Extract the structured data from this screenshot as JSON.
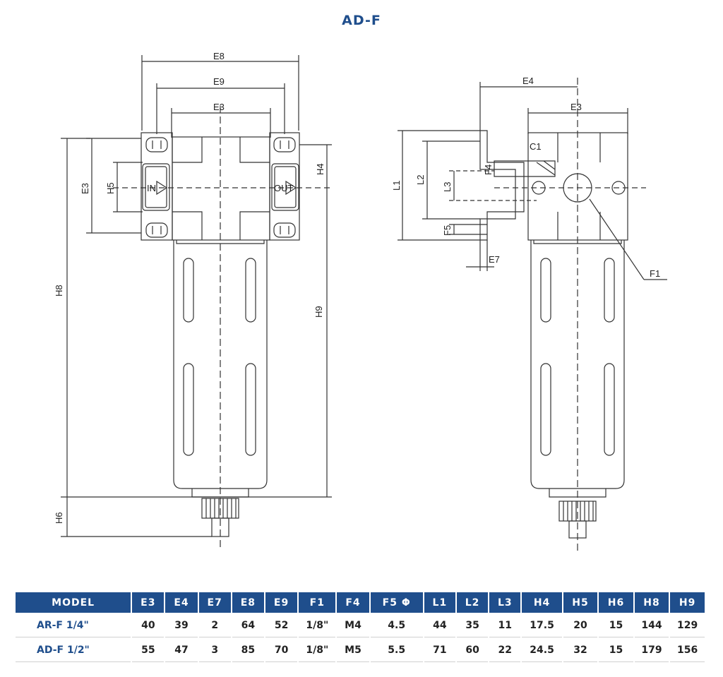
{
  "title": "AD-F",
  "front_view": {
    "dims": {
      "e8": "E8",
      "e9": "E9",
      "e3": "E3",
      "e3_side": "E3",
      "h5": "H5",
      "h4": "H4",
      "h8": "H8",
      "h9": "H9",
      "h6": "H6"
    },
    "port_in": "IN",
    "port_out": "OUT"
  },
  "side_view": {
    "dims": {
      "e4": "E4",
      "e3": "E3",
      "c1": "C1",
      "f4": "F4",
      "l1": "L1",
      "l2": "L2",
      "l3": "L3",
      "f5": "F5",
      "e7": "E7",
      "f1": "F1"
    }
  },
  "table": {
    "headers": [
      "MODEL",
      "E3",
      "E4",
      "E7",
      "E8",
      "E9",
      "F1",
      "F4",
      "F5 Φ",
      "L1",
      "L2",
      "L3",
      "H4",
      "H5",
      "H6",
      "H8",
      "H9"
    ],
    "rows": [
      [
        "AR-F 1/4\"",
        "40",
        "39",
        "2",
        "64",
        "52",
        "1/8\"",
        "M4",
        "4.5",
        "44",
        "35",
        "11",
        "17.5",
        "20",
        "15",
        "144",
        "129"
      ],
      [
        "AD-F 1/2\"",
        "55",
        "47",
        "3",
        "85",
        "70",
        "1/8\"",
        "M5",
        "5.5",
        "71",
        "60",
        "22",
        "24.5",
        "32",
        "15",
        "179",
        "156"
      ]
    ]
  },
  "colors": {
    "accent": "#1f4e8c",
    "line": "#333333"
  }
}
